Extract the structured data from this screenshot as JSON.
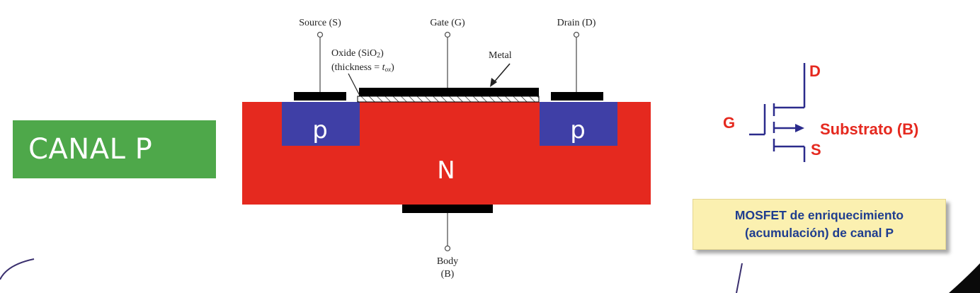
{
  "badge": {
    "label": "CANAL P",
    "color": "#4ea84a"
  },
  "cross_section": {
    "terminals": {
      "source": "Source (S)",
      "gate": "Gate (G)",
      "drain": "Drain (D)",
      "body_line1": "Body",
      "body_line2": "(B)"
    },
    "oxide_line1": "Oxide (SiO",
    "oxide_sub": "2",
    "oxide_line1_end": ")",
    "oxide_line2_start": "(thickness = ",
    "oxide_tox": "t",
    "oxide_tox_sub": "ox",
    "oxide_line2_end": ")",
    "metal": "Metal",
    "substrate_label": "N",
    "source_region": "p",
    "drain_region": "p",
    "colors": {
      "substrate": "#e5291f",
      "p_region": "#3f3fa6",
      "metal": "#000000"
    }
  },
  "symbol": {
    "drain": "D",
    "gate": "G",
    "source": "S",
    "substrate": "Substrato (B)",
    "colors": {
      "label": "#e5291f",
      "line": "#2b2b8c"
    }
  },
  "caption": {
    "line1": "MOSFET de enriquecimiento",
    "line2": "(acumulación) de canal P"
  }
}
